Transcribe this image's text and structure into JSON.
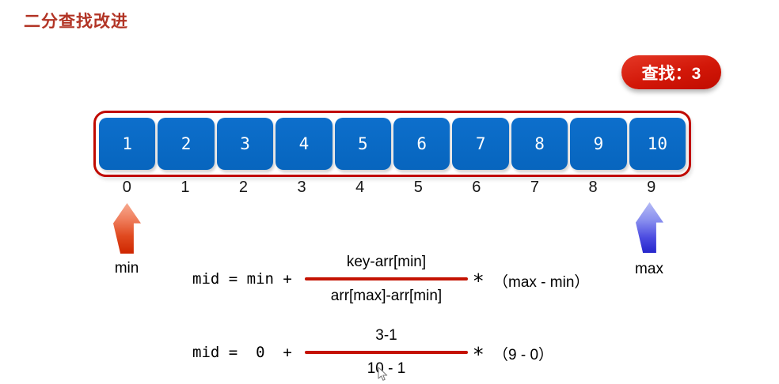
{
  "title": "二分查找改进",
  "badge": {
    "label": "查找：3"
  },
  "array": {
    "values": [
      "1",
      "2",
      "3",
      "4",
      "5",
      "6",
      "7",
      "8",
      "9",
      "10"
    ],
    "indices": [
      "0",
      "1",
      "2",
      "3",
      "4",
      "5",
      "6",
      "7",
      "8",
      "9"
    ]
  },
  "pointers": {
    "min_label": "min",
    "max_label": "max"
  },
  "formula_general": {
    "lhs": "mid = min +",
    "numerator": "key-arr[min]",
    "denominator": "arr[max]-arr[min]",
    "operator": "*",
    "rhs": "（max - min）"
  },
  "formula_concrete": {
    "lhs": "mid =  0  +",
    "numerator": "3-1",
    "denominator": "10 - 1",
    "operator": "*",
    "rhs": "（9 - 0）"
  },
  "icons": {
    "cursor": "mouse-arrow-pointer"
  },
  "colors": {
    "title_red": "#B23425",
    "badge_red": "#D21708",
    "frame_border_red": "#C00A00",
    "box_blue": "#0A68C4",
    "fraction_line_red": "#C41200",
    "arrow_red_top": "#F7A98F",
    "arrow_red_bottom": "#CE2600",
    "arrow_blue_top": "#B5BBF5",
    "arrow_blue_bottom": "#2626CC",
    "background": "#FFFFFF"
  }
}
